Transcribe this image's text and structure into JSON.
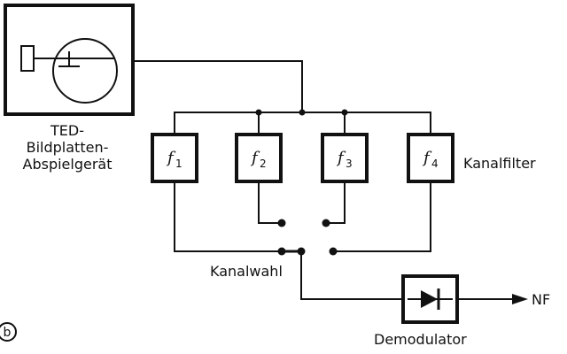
{
  "device": {
    "label_lines": [
      "TED-",
      "Bildplatten-",
      "Abspielgerät"
    ]
  },
  "filters": [
    {
      "letter": "f",
      "index": "1"
    },
    {
      "letter": "f",
      "index": "2"
    },
    {
      "letter": "f",
      "index": "3"
    },
    {
      "letter": "f",
      "index": "4"
    }
  ],
  "labels": {
    "filter_group": "Kanalfilter",
    "channel_select": "Kanalwahl",
    "demodulator": "Demodulator",
    "output": "NF",
    "figure_marker": "b"
  }
}
